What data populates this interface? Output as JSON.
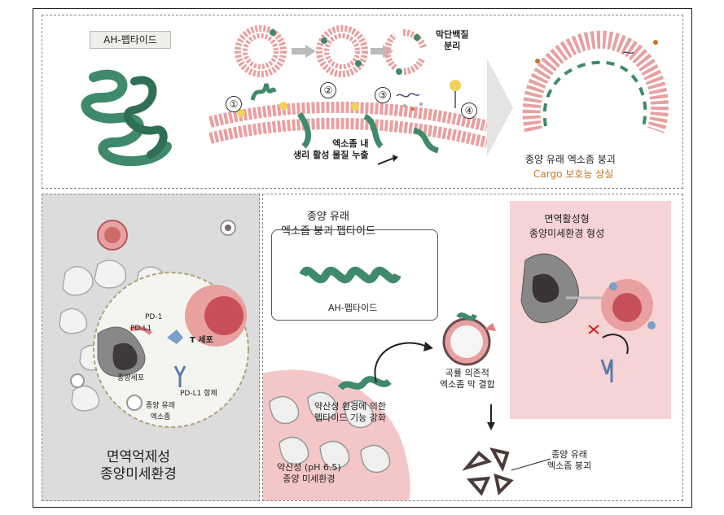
{
  "top": {
    "ah_peptide_label": "AH-펩타이드",
    "steps": [
      "①",
      "②",
      "③",
      "④"
    ],
    "membrane_protein_separation": "막단백질\n분리",
    "leak_label": "엑소좀 내\n생리 활성 물질 누출",
    "collapse_label": "종양 유래 엑소좀 붕괴",
    "cargo_label": "Cargo 보호능 상실"
  },
  "bottom_left": {
    "t_cell": "T 세포",
    "pd1": "PD-1",
    "pdl1": "PD-L1",
    "tumor_cell": "종양세포",
    "pdl1_antibody": "PD-L1 항체",
    "tumor_exosome": "종양 유래\n엑소좀",
    "title": "면역억제성\n종양미세환경"
  },
  "bottom_right": {
    "peptide_box_title": "종양 유래\n엑소좀 붕괴 펩타이드",
    "peptide_box_label": "AH-펩타이드",
    "immune_title": "면역활성형\n종양미세환경 형성",
    "curvature_binding": "곡률 의존적\n엑소좀 막 결합",
    "acid_enhance": "약산성 환경에 의한\n펩타이드 기능 강화",
    "acid_env": "약산성 (pH 6.5)\n종양 미세환경",
    "exosome_collapse": "종양 유래\n엑소좀 붕괴"
  },
  "colors": {
    "helix": "#3f8a6c",
    "lipid_head": "#e8a0a0",
    "cargo_orange": "#c9741f",
    "panel_gray": "#dcdcdc",
    "immune_bg": "#f6d3d5"
  }
}
